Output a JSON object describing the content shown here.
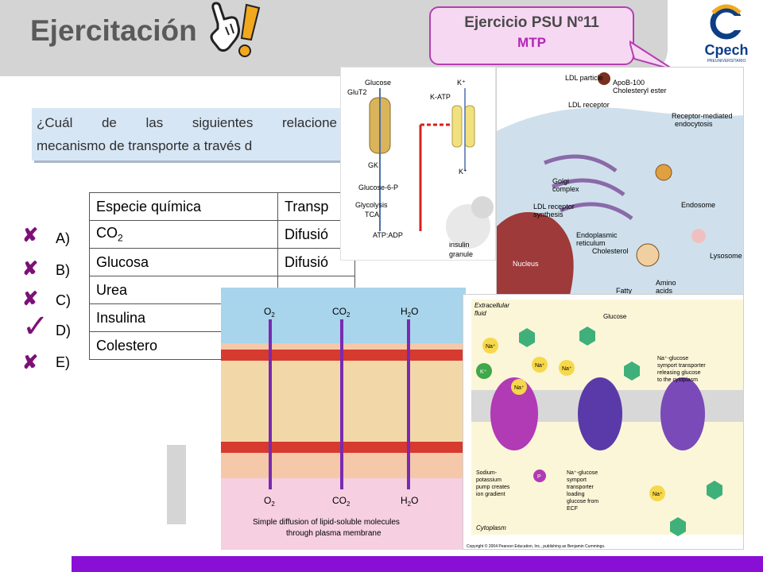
{
  "slide": {
    "title": "Ejercitación",
    "callout": {
      "line1": "Ejercicio PSU Nº11",
      "line2": "MTP"
    },
    "logo": {
      "text": "Cpech",
      "subtitle": "PREUNIVERSITARIO"
    },
    "question": {
      "line1": "¿Cuál de las siguientes relacione",
      "line2": "mecanismo de transporte a través d"
    },
    "table": {
      "headers": [
        "Especie química",
        "Transp"
      ],
      "rows": [
        {
          "letter": "A)",
          "species": "CO",
          "species_sub": "2",
          "transport": "Difusió",
          "mark": "✘"
        },
        {
          "letter": "B)",
          "species": "Glucosa",
          "species_sub": "",
          "transport": "Difusió",
          "mark": "✘"
        },
        {
          "letter": "C)",
          "species": "Urea",
          "species_sub": "",
          "transport": "",
          "mark": "✘"
        },
        {
          "letter": "D)",
          "species": "Insulina",
          "species_sub": "",
          "transport": "",
          "mark": "✓"
        },
        {
          "letter": "E)",
          "species": "Colestero",
          "species_sub": "",
          "transport": "",
          "mark": "✘"
        }
      ]
    },
    "colors": {
      "accent_purple": "#8a0fd6",
      "mark": "#7d0f78",
      "callout_border": "#b53fb0",
      "logo_blue": "#0c3e86"
    }
  },
  "glucose_figure": {
    "labels": {
      "glucose": "Glucose",
      "k_plus": "K⁺",
      "glut2": "GluT2",
      "k_atp": "K-ATP",
      "gk": "GK",
      "g6p": "Glucose-6-P",
      "glycolysis": "Glycolysis",
      "tca": "TCA",
      "atp_adp": "ATP:ADP",
      "insulin": "insulin",
      "granule": "granule"
    }
  },
  "ldl_figure": {
    "labels": {
      "ldl_particle": "LDL particle",
      "apob": "ApoB-100",
      "chol_ester": "Cholesteryl ester",
      "ldl_receptor": "LDL receptor",
      "rme": "Receptor-mediated",
      "endocytosis": "endocytosis",
      "golgi": "Golgi",
      "complex": "complex",
      "ldl_synth": "LDL receptor",
      "synthesis": "synthesis",
      "endosome": "Endosome",
      "er": "Endoplasmic",
      "reticulum": "reticulum",
      "cholesterol": "Cholesterol",
      "lysosome": "Lysosome",
      "nucleus": "Nucleus",
      "amino": "Amino",
      "acids": "acids",
      "fatty": "Fatty"
    }
  },
  "diffusion_figure": {
    "molecules": [
      "O",
      "CO",
      "H"
    ],
    "subscripts": [
      "2",
      "2",
      "2"
    ],
    "suffix": [
      "",
      "",
      "O"
    ],
    "caption_line1": "Simple diffusion of lipid-soluble molecules",
    "caption_line2": "through plasma membrane"
  },
  "symport_figure": {
    "labels": {
      "ecf": "Extracellular",
      "fluid": "fluid",
      "glucose": "Glucose",
      "na": "Na⁺",
      "k": "K⁺",
      "releasing1": "Na⁺-glucose",
      "releasing2": "symport transporter",
      "releasing3": "releasing glucose",
      "releasing4": "to the cytoplasm",
      "step1a": "Sodium-",
      "step1b": "potassium",
      "step1c": "pump creates",
      "step1d": "ion gradient",
      "step2a": "Na⁺-glucose",
      "step2b": "symport",
      "step2c": "transporter",
      "step2d": "loading",
      "step2e": "glucose from",
      "step2f": "ECF",
      "p": "P",
      "cytoplasm": "Cytoplasm",
      "copyright": "Copyright © 2004 Pearson Education, Inc., publishing as Benjamin Cummings."
    }
  }
}
